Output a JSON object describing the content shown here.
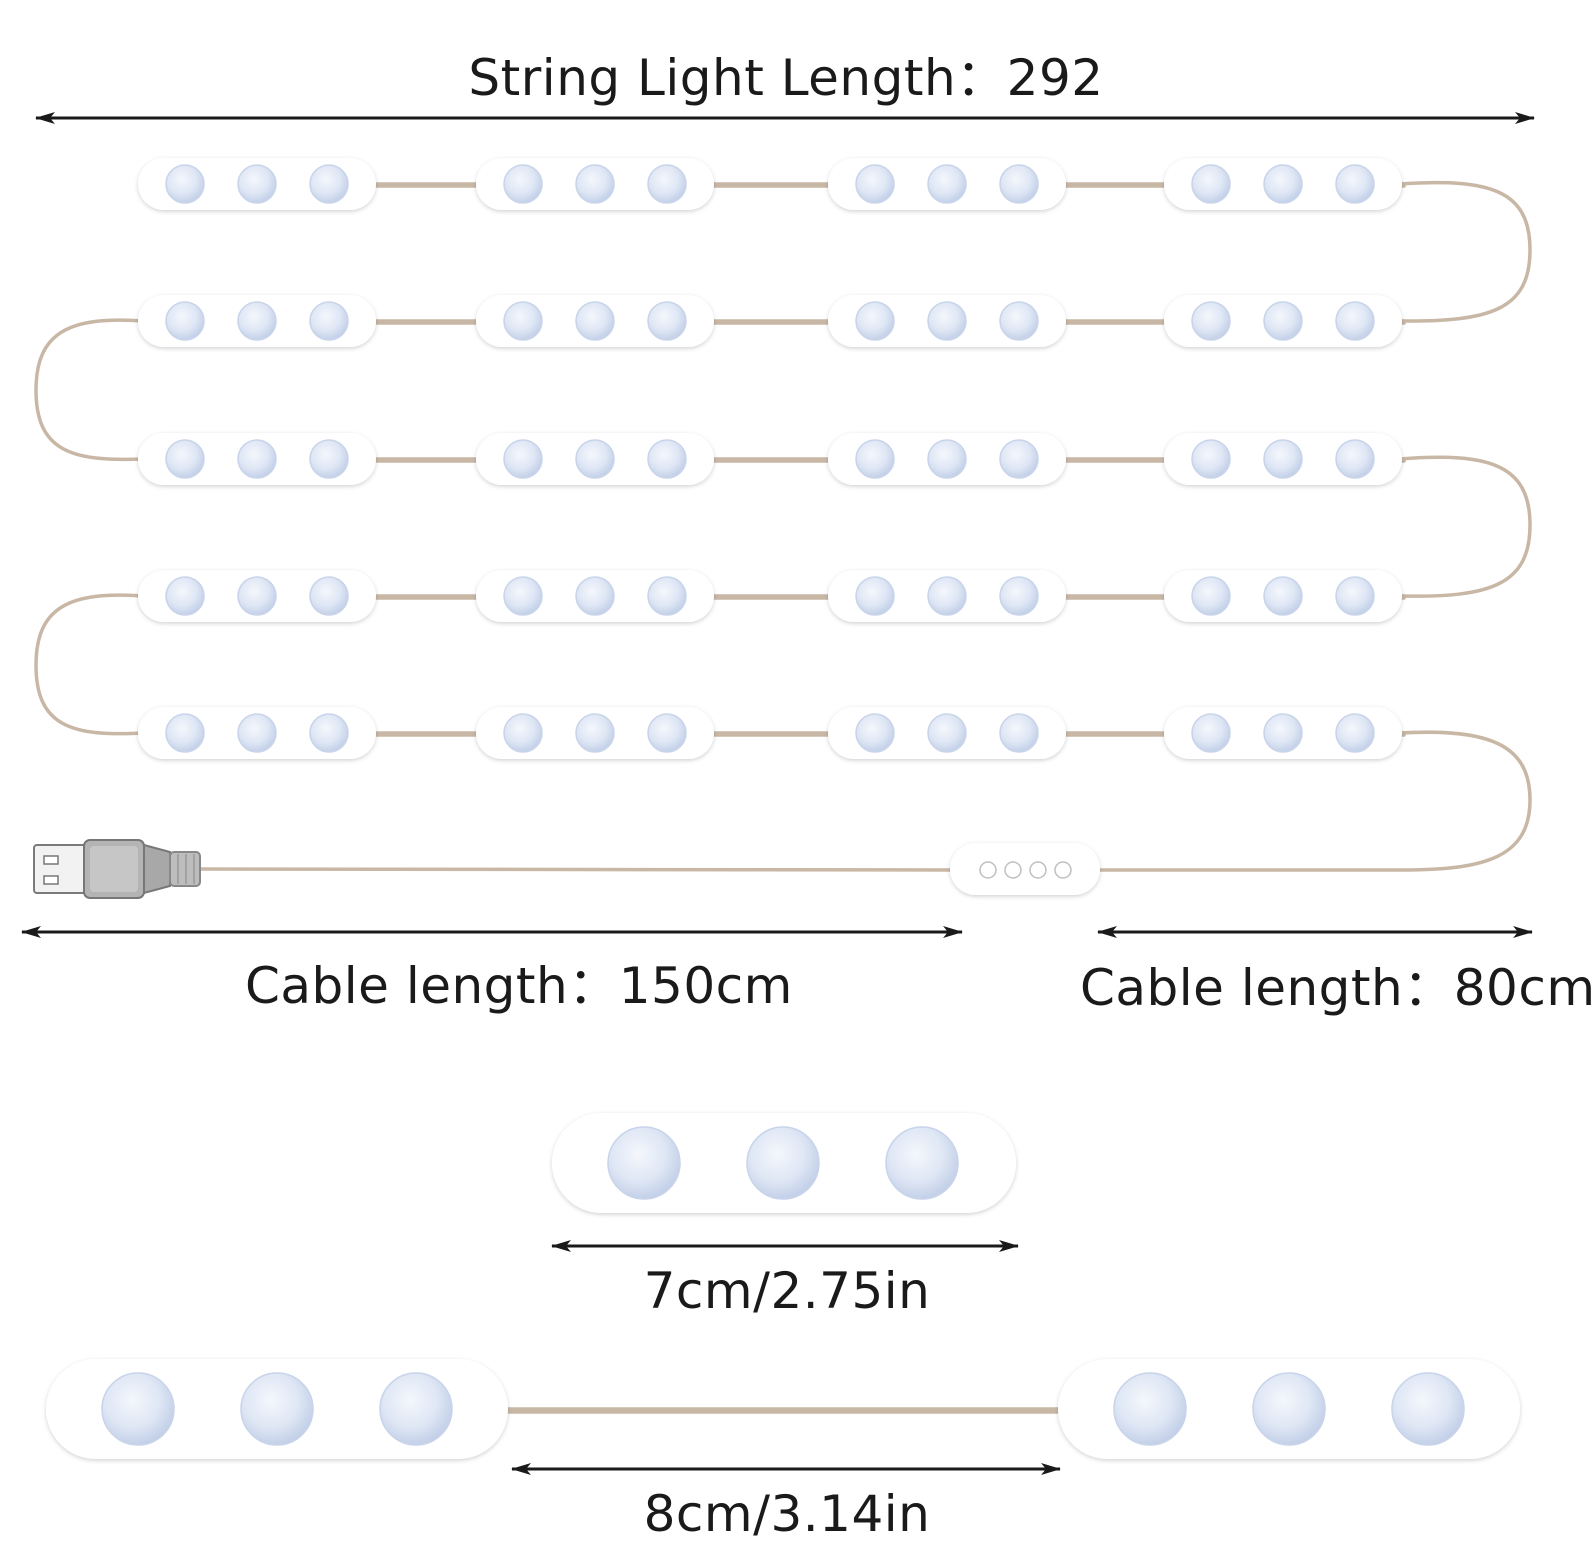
{
  "labels": {
    "string_light_length": "String Light Length：292",
    "cable_length_left": "Cable length：150cm",
    "cable_length_right": "Cable length：80cm",
    "module_size": "7cm/2.75in",
    "module_spacing": "8cm/3.14in"
  },
  "string_light": {
    "rows": 5,
    "modules_per_row": 4,
    "leds_per_module": 3,
    "controller_buttons": 4,
    "connector": "usb-plug"
  },
  "colors": {
    "module_body": "#ffffff",
    "led": "#dfe8f6",
    "led_edge": "#c8d4ea",
    "wire": "#c9b7a6",
    "arrow": "#1a1a1a",
    "usb_metal": "#a9a9a9"
  }
}
